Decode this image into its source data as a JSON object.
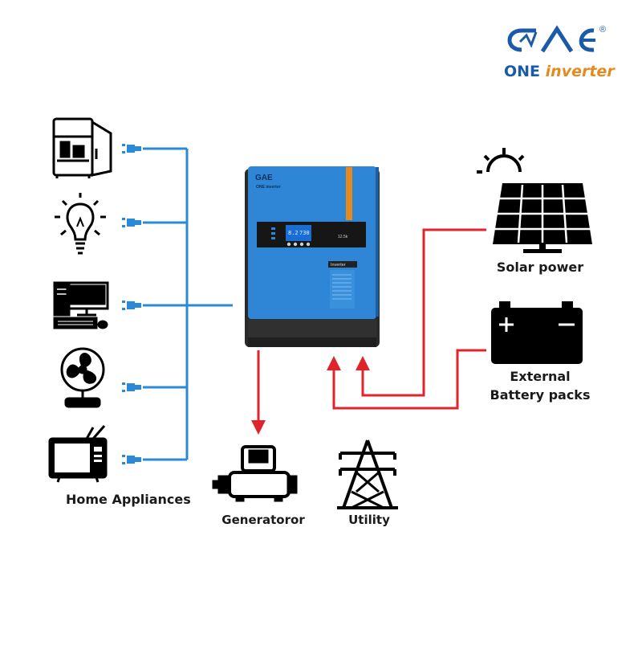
{
  "brand": {
    "logo_mark": "GAE",
    "registered": "®",
    "name_part1": "ONE",
    "name_part2": "inverter",
    "color_blue": "#1a5aa8",
    "color_orange": "#e58a1f"
  },
  "inverter": {
    "logo_mark": "GAE",
    "brand_line": "ONE inverter",
    "panel_label": "Inverter",
    "model_text": "12.5k",
    "lcd_left": "8.2",
    "lcd_right": "730",
    "body_color": "#2f86d6",
    "stripe_color": "#e58a1f"
  },
  "labels": {
    "home_appliances": "Home Appliances",
    "generator": "Generatoror",
    "utility": "Utility",
    "solar": "Solar power",
    "battery_line1": "External",
    "battery_line2": "Battery packs"
  },
  "colors": {
    "ac_line": "#2b8ad8",
    "dc_line": "#e0242b",
    "icon": "#000000"
  },
  "icons": [
    "refrigerator-icon",
    "light-bulb-icon",
    "computer-icon",
    "fan-icon",
    "television-icon",
    "generator-icon",
    "power-tower-icon",
    "solar-panel-icon",
    "car-battery-icon",
    "plug-icon"
  ]
}
